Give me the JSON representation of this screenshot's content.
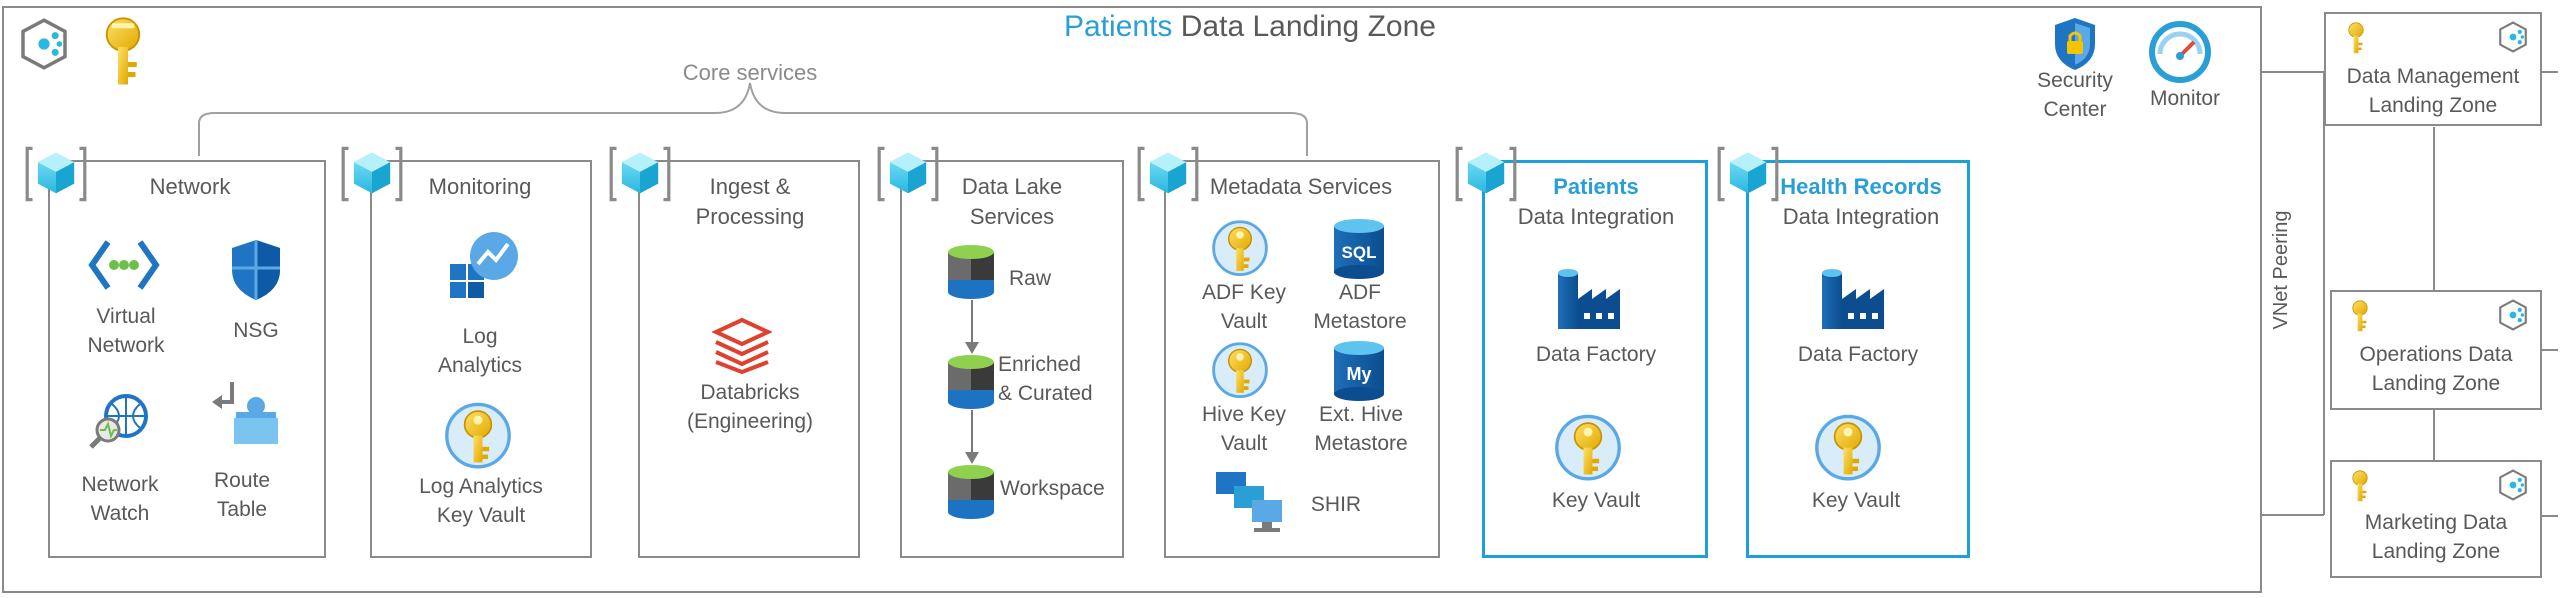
{
  "title": {
    "accent": "Patients",
    "rest": "Data Landing Zone"
  },
  "core_services_label": "Core services",
  "top_icons": {
    "left": [
      "data-landing-zone-icon",
      "key-icon"
    ]
  },
  "security_center": "Security\nCenter",
  "monitor": "Monitor",
  "vnet_peering": "VNet Peering",
  "colors": {
    "accent": "#2a9fd6",
    "border": "#8a8a8a",
    "highlight_border": "#1ba1d8",
    "key": "#f5c400"
  },
  "groups": {
    "network": {
      "title": "Network",
      "items": [
        {
          "label": "Virtual\nNetwork",
          "icon": "virtual-network-icon"
        },
        {
          "label": "NSG",
          "icon": "nsg-shield-icon"
        },
        {
          "label": "Network\nWatch",
          "icon": "network-watcher-icon"
        },
        {
          "label": "Route\nTable",
          "icon": "route-table-icon"
        }
      ]
    },
    "monitoring": {
      "title": "Monitoring",
      "items": [
        {
          "label": "Log\nAnalytics",
          "icon": "log-analytics-icon"
        },
        {
          "label": "Log Analytics\nKey Vault",
          "icon": "key-vault-icon"
        }
      ]
    },
    "ingest": {
      "title": "Ingest &\nProcessing",
      "items": [
        {
          "label": "Databricks\n(Engineering)",
          "icon": "databricks-icon"
        }
      ]
    },
    "datalake": {
      "title": "Data Lake\nServices",
      "items": [
        {
          "label": "Raw",
          "icon": "storage-raw-icon"
        },
        {
          "label": "Enriched\n& Curated",
          "icon": "storage-enriched-icon"
        },
        {
          "label": "Workspace",
          "icon": "storage-workspace-icon"
        }
      ]
    },
    "metadata": {
      "title": "Metadata Services",
      "items": [
        {
          "label": "ADF Key\nVault",
          "icon": "key-vault-icon"
        },
        {
          "label": "ADF\nMetastore",
          "icon": "sql-database-icon"
        },
        {
          "label": "Hive Key\nVault",
          "icon": "key-vault-icon"
        },
        {
          "label": "Ext. Hive\nMetastore",
          "icon": "mysql-database-icon"
        },
        {
          "label": "SHIR",
          "icon": "self-hosted-ir-icon"
        }
      ]
    },
    "patients": {
      "title_bold": "Patients",
      "title_sub": "Data Integration",
      "items": [
        {
          "label": "Data Factory",
          "icon": "data-factory-icon"
        },
        {
          "label": "Key Vault",
          "icon": "key-vault-icon"
        }
      ]
    },
    "health": {
      "title_bold": "Health Records",
      "title_sub": "Data Integration",
      "items": [
        {
          "label": "Data Factory",
          "icon": "data-factory-icon"
        },
        {
          "label": "Key Vault",
          "icon": "key-vault-icon"
        }
      ]
    }
  },
  "side_zones": [
    {
      "label": "Data Management\nLanding Zone"
    },
    {
      "label": "Operations Data\nLanding Zone"
    },
    {
      "label": "Marketing Data\nLanding Zone"
    }
  ]
}
